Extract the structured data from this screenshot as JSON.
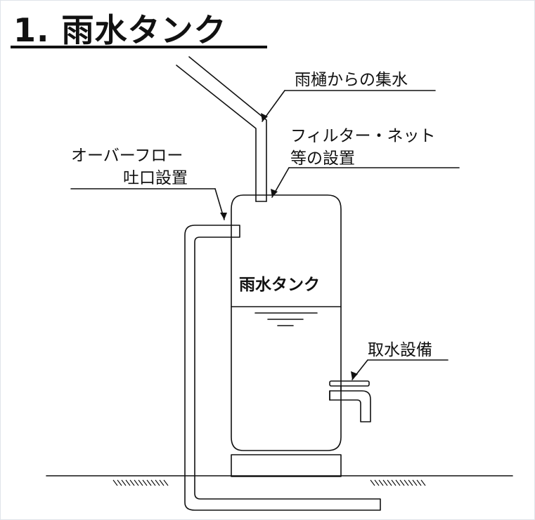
{
  "title": "1. 雨水タンク",
  "labels": {
    "gutter": "雨樋からの集水",
    "filter_line1": "フィルター・ネット",
    "filter_line2": "等の設置",
    "overflow_line1": "オーバーフロー",
    "overflow_line2": "吐口設置",
    "tank": "雨水タンク",
    "intake": "取水設備"
  },
  "colors": {
    "ink": "#111111",
    "background": "#ffffff"
  }
}
